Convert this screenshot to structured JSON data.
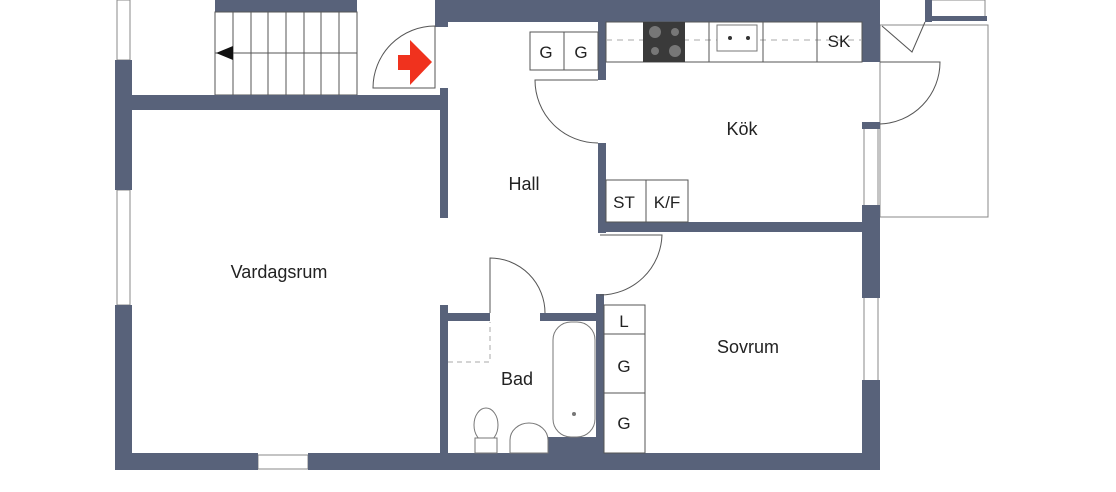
{
  "rooms": {
    "hall": "Hall",
    "kitchen": "Kök",
    "living_room": "Vardagsrum",
    "bathroom": "Bad",
    "bedroom": "Sovrum"
  },
  "fixtures": {
    "hall_closet_1": "G",
    "hall_closet_2": "G",
    "kitchen_cabinet": "SK",
    "stove_cabinet": "ST",
    "fridge_freezer": "K/F",
    "linen_closet": "L",
    "bedroom_closet_1": "G",
    "bedroom_closet_2": "G"
  },
  "colors": {
    "wall": "#58627a",
    "entrance_arrow": "#f0321e"
  }
}
